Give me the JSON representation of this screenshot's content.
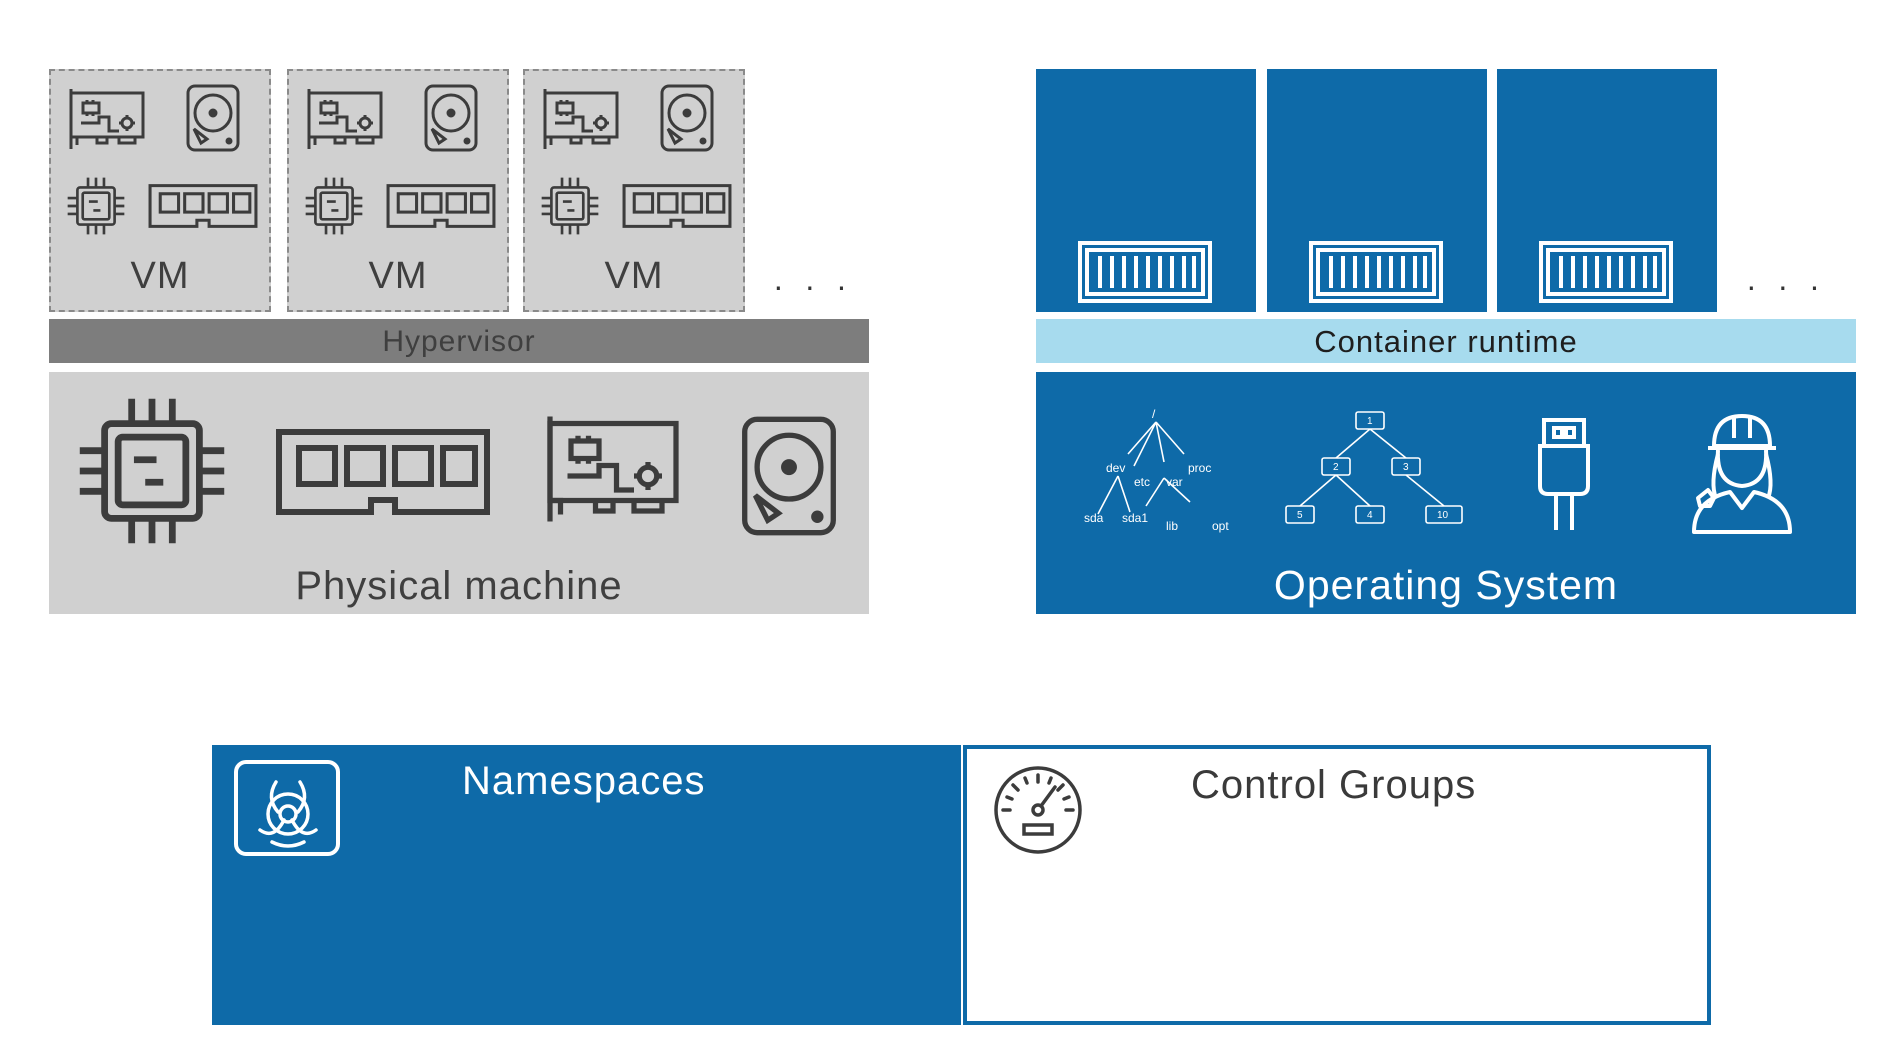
{
  "vm_side": {
    "vms": [
      {
        "label": "VM"
      },
      {
        "label": "VM"
      },
      {
        "label": "VM"
      }
    ],
    "more": "· · ·",
    "hypervisor": "Hypervisor",
    "physical_machine": "Physical machine"
  },
  "container_side": {
    "container_count": 3,
    "more": "· · ·",
    "runtime": "Container runtime",
    "os": "Operating System",
    "filesystem_tree": {
      "root": "/",
      "nodes": [
        "dev",
        "etc",
        "var",
        "proc",
        "sda",
        "sda1",
        "lib",
        "opt"
      ]
    },
    "process_tree": {
      "nodes": [
        "1",
        "2",
        "3",
        "5",
        "4",
        "10"
      ]
    }
  },
  "namespaces": {
    "title": "Namespaces"
  },
  "control_groups": {
    "title": "Control Groups"
  },
  "colors": {
    "vm_gray": "#d0d0d0",
    "hypervisor_gray": "#7d7d7d",
    "container_blue": "#0e6aa8",
    "runtime_light_blue": "#a7dbee"
  },
  "icons": {
    "vm_icons": [
      "network-card-icon",
      "hard-disk-icon",
      "cpu-chip-icon",
      "ram-module-icon"
    ],
    "os_icons": [
      "filesystem-tree-icon",
      "process-tree-icon",
      "usb-connector-icon",
      "user-worker-icon"
    ],
    "namespaces_icon": "biohazard-icon",
    "control_groups_icon": "gauge-icon"
  }
}
